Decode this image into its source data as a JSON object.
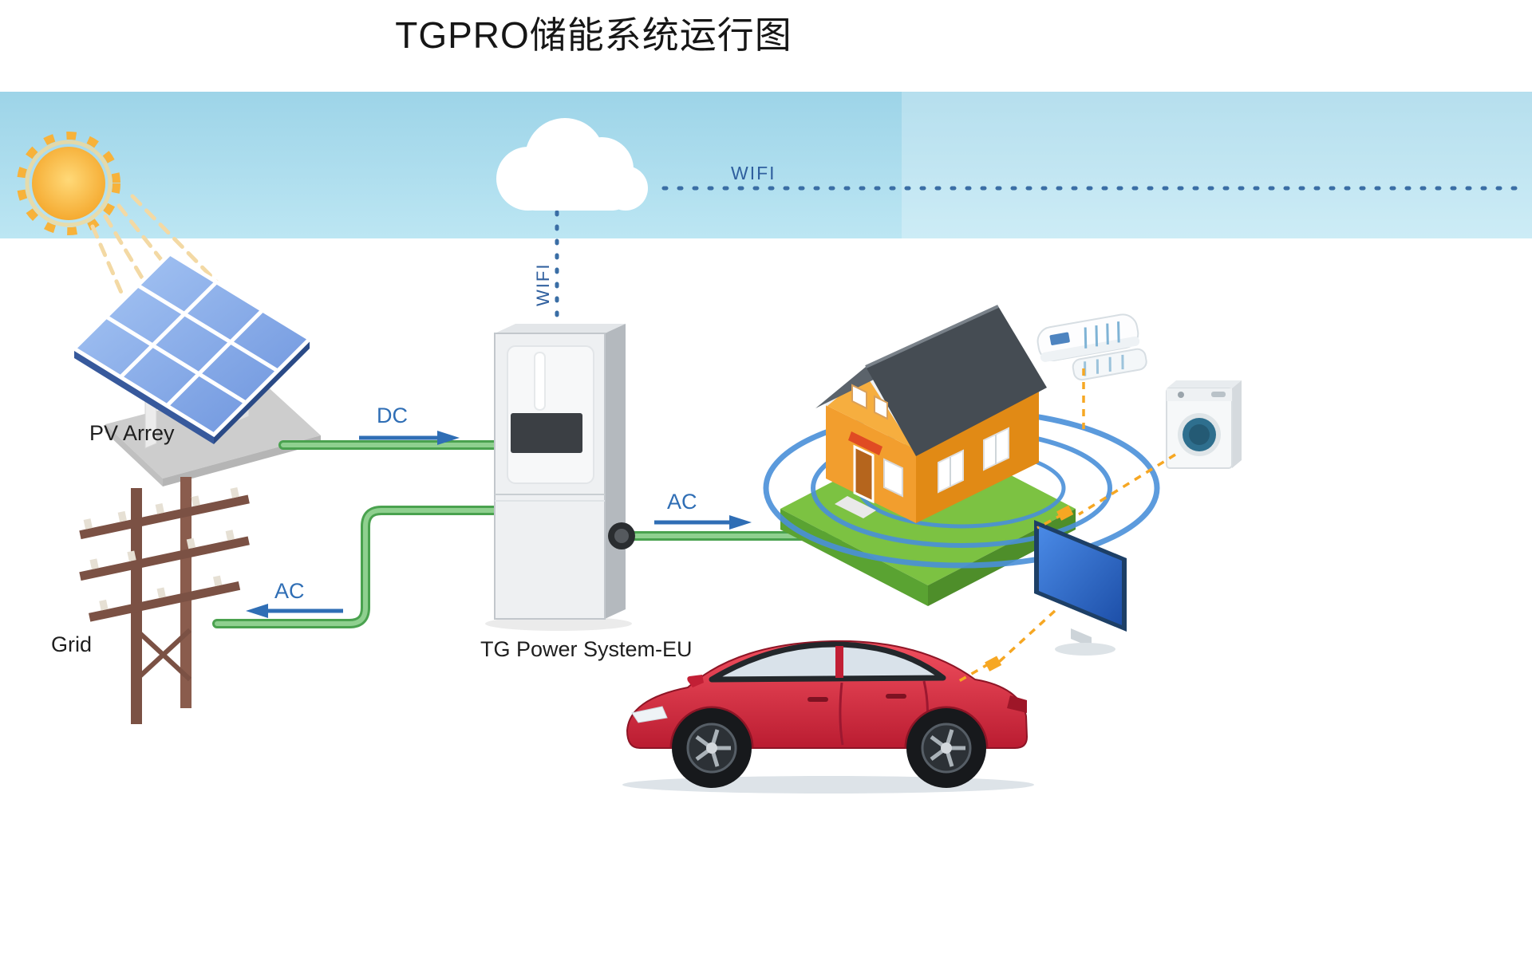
{
  "title": "TGPRO储能系统运行图",
  "labels": {
    "wifi_horizontal": "WIFI",
    "wifi_vertical": "WIFI",
    "pv_array": "PV Arrey",
    "grid": "Grid",
    "dc": "DC",
    "ac_grid": "AC",
    "ac_load": "AC",
    "system": "TG Power System-EU"
  },
  "components": [
    "sun",
    "cloud",
    "wifi-link",
    "pv-array",
    "grid-pole",
    "power-system-cabinet",
    "house",
    "wifi-ripples",
    "air-conditioner",
    "washing-machine",
    "tv",
    "electric-car"
  ],
  "colors": {
    "sky": "#a5d8ea",
    "sun": "#f7b23a",
    "panel_blue": "#7b9fe0",
    "wire_green": "#5cb564",
    "flow_blue": "#2f6eb5",
    "wifi_dotted": "#3a6ea5",
    "house_orange": "#f2a03a",
    "roof_gray": "#4f565e",
    "base_green": "#7cc242",
    "ripple_blue": "#4a90d9",
    "link_orange": "#f6a723",
    "car_red": "#d62839",
    "pole_brown": "#7b5144"
  }
}
